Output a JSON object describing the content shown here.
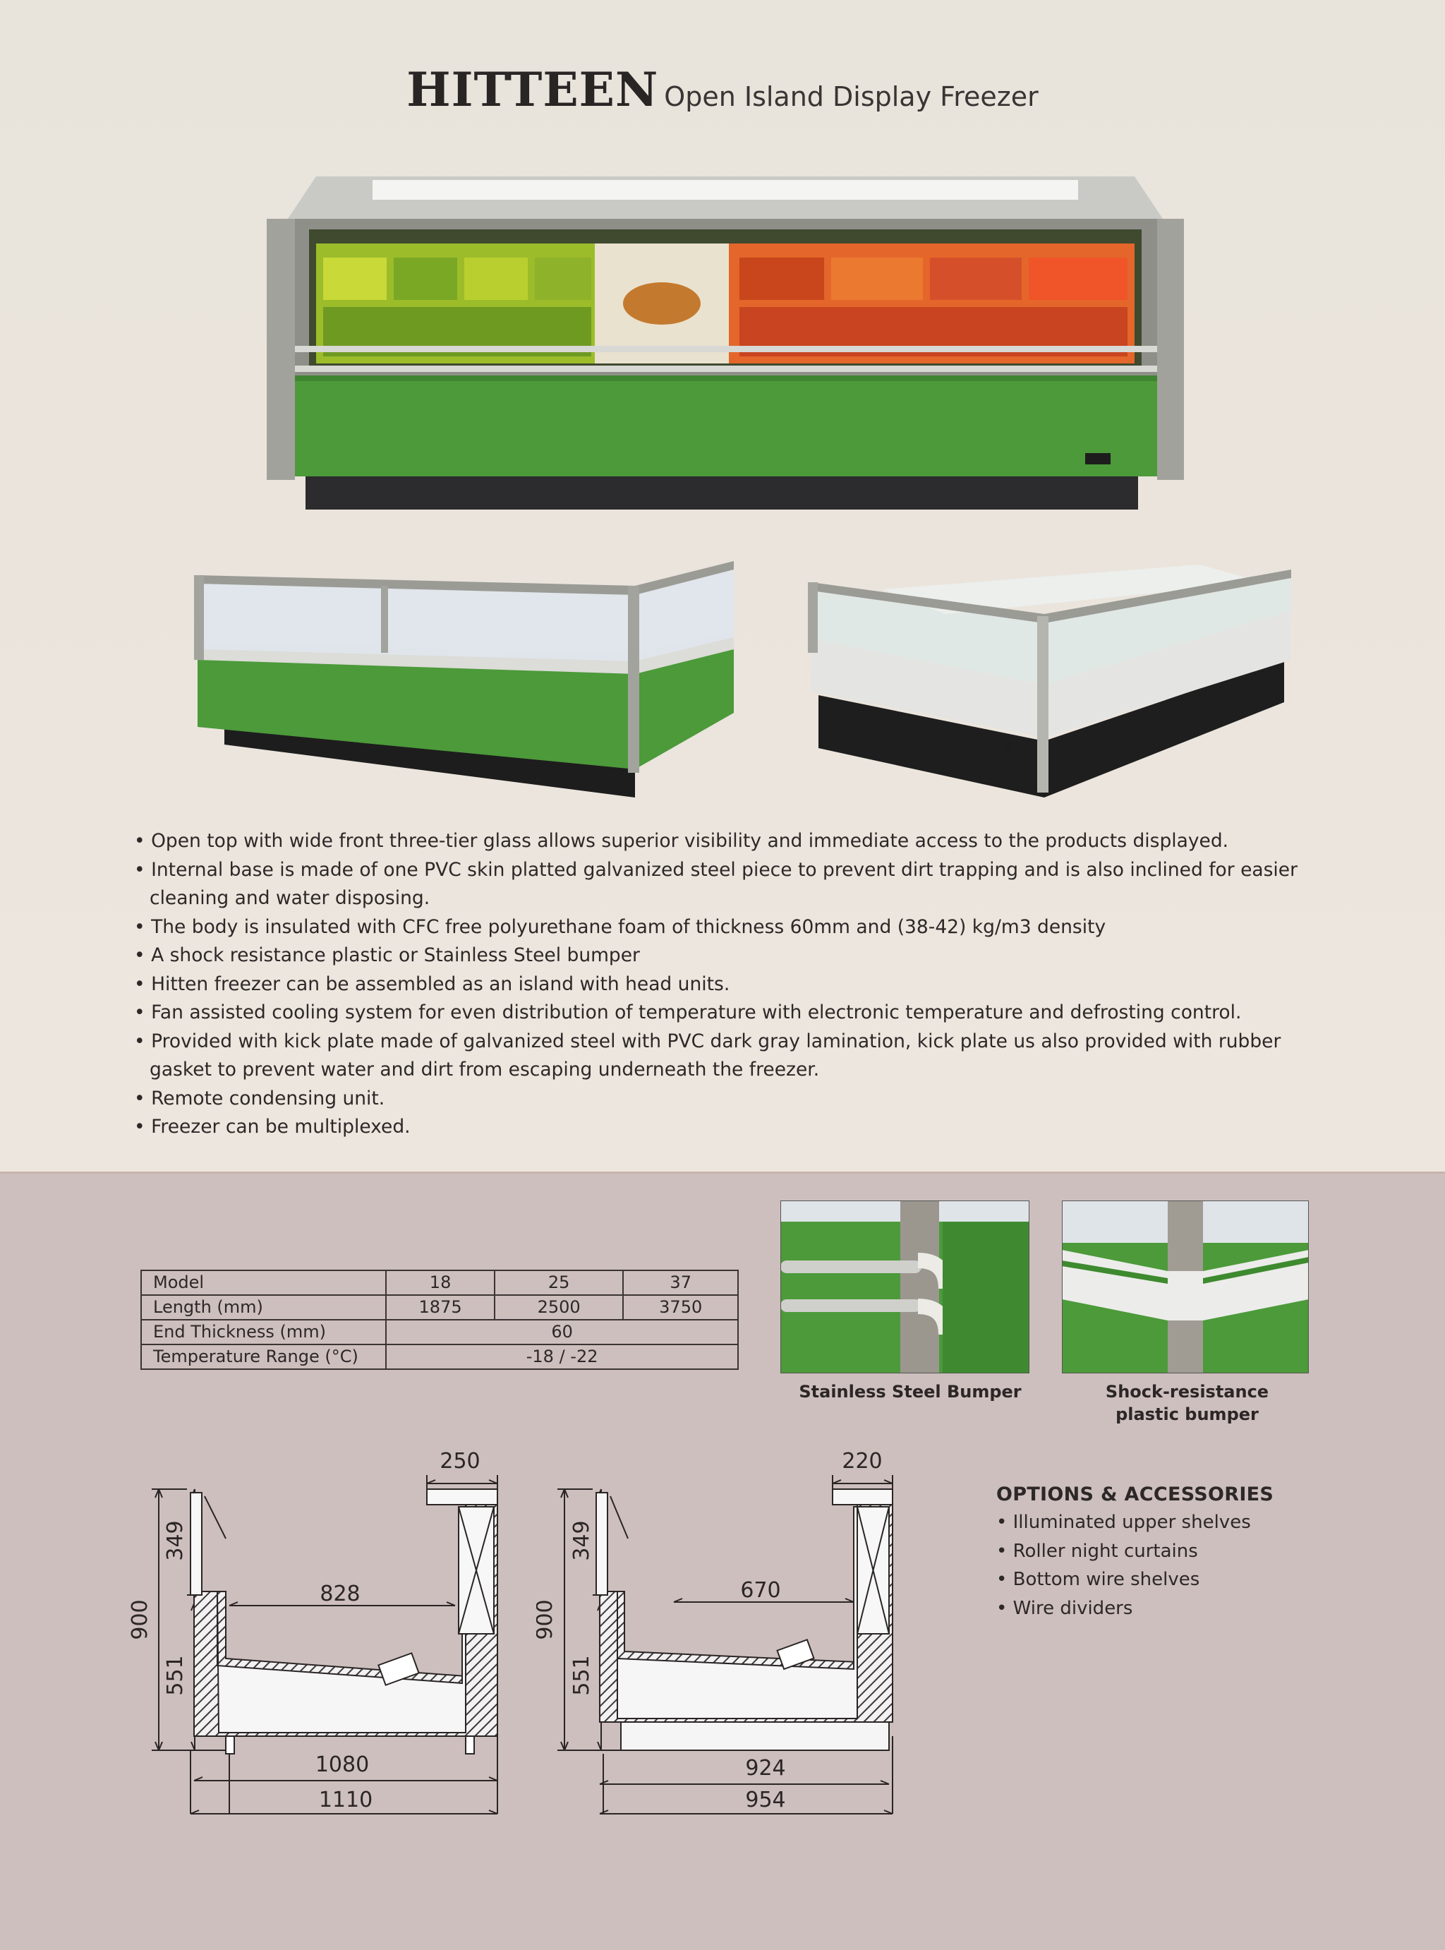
{
  "header": {
    "brand": "HITTEEN",
    "subtitle": "Open Island Display Freezer"
  },
  "features": [
    "Open top with wide front three-tier glass allows superior visibility and immediate access to the products displayed.",
    "Internal base is made of one PVC skin platted galvanized steel piece to prevent dirt trapping and is also inclined for easier cleaning and water disposing.",
    "The body is insulated with CFC free polyurethane foam of thickness 60mm and (38-42) kg/m3 density",
    "A shock resistance plastic or Stainless Steel bumper",
    "Hitten freezer can be assembled as an island with head units.",
    "Fan assisted cooling system for even distribution of temperature with electronic temperature and defrosting control.",
    "Provided with kick plate made of galvanized steel with PVC dark gray lamination, kick plate us also provided with rubber gasket to prevent water and dirt from escaping underneath the freezer.",
    "Remote condensing unit.",
    "Freezer can be multiplexed."
  ],
  "spec_table": {
    "rows": [
      [
        "Model",
        "18",
        "25",
        "37"
      ],
      [
        "Length (mm)",
        "1875",
        "2500",
        "3750"
      ],
      [
        "End Thickness (mm)",
        "60"
      ],
      [
        "Temperature Range (°C)",
        "-18 / -22"
      ]
    ]
  },
  "bumpers": {
    "stainless_label": "Stainless Steel Bumper",
    "plastic_label_line1": "Shock-resistance",
    "plastic_label_line2": "plastic bumper"
  },
  "options": {
    "title": "OPTIONS & ACCESSORIES",
    "items": [
      "Illuminated upper shelves",
      "Roller night curtains",
      "Bottom wire shelves",
      "Wire dividers"
    ]
  },
  "drawings": {
    "left": {
      "top_width": "250",
      "upper_height": "349",
      "total_height": "900",
      "lower_height": "551",
      "inner_width": "828",
      "base_width": "1080",
      "overall_width": "1110"
    },
    "right": {
      "top_width": "220",
      "upper_height": "349",
      "total_height": "900",
      "lower_height": "551",
      "inner_width": "670",
      "base_width": "924",
      "overall_width": "954"
    }
  },
  "colors": {
    "freezer_green": "#4e9a3c",
    "frame_gray": "#9a9a94",
    "bottom_band": "#cdbfbd"
  }
}
